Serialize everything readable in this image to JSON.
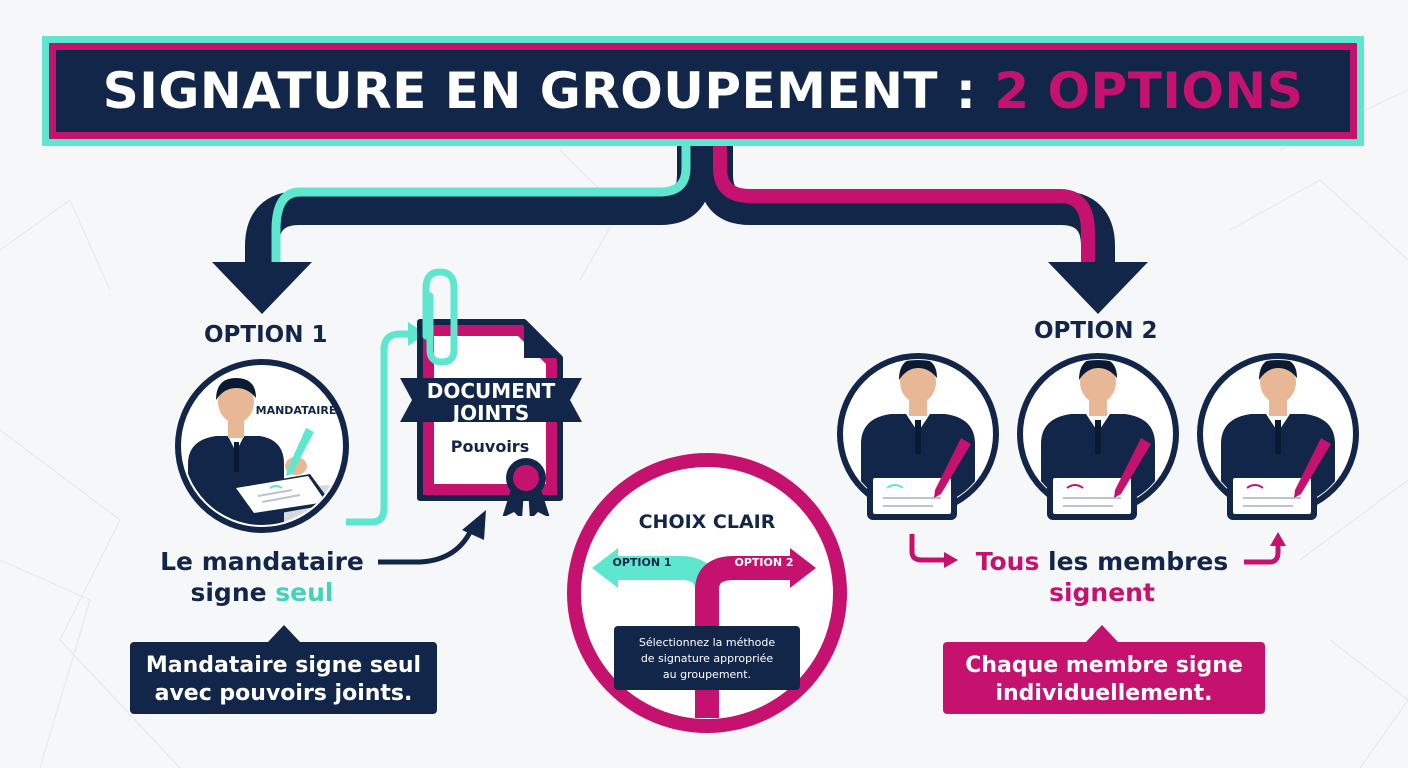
{
  "title": {
    "main": "SIGNATURE EN GROUPEMENT :",
    "accent": "2 OPTIONS"
  },
  "option1": {
    "label": "OPTION 1",
    "badge": "MANDATAIRE",
    "caption_line1": "Le mandataire",
    "caption_line2_a": "signe ",
    "caption_line2_b": "seul",
    "box_line1": "Mandataire signe seul",
    "box_line2": "avec pouvoirs joints."
  },
  "document": {
    "line1": "DOCUMENT",
    "line2": "JOINTS",
    "subtitle": "Pouvoirs"
  },
  "center": {
    "title": "CHOIX CLAIR",
    "arrow_left": "OPTION 1",
    "arrow_right": "OPTION 2",
    "desc_line1": "Sélectionnez la méthode",
    "desc_line2": "de signature appropriée",
    "desc_line3": "au groupement."
  },
  "option2": {
    "label": "OPTION 2",
    "caption_a": "Tous",
    "caption_b": " les membres",
    "caption_line2": "signent",
    "box_line1": "Chaque membre signe",
    "box_line2": "individuellement."
  },
  "colors": {
    "navy": "#12264a",
    "magenta": "#c4126e",
    "teal": "#5ee6cf"
  },
  "icons": [
    "paperclip-icon",
    "ribbon-seal-icon",
    "pen-icon",
    "tablet-icon",
    "businessman-icon"
  ]
}
